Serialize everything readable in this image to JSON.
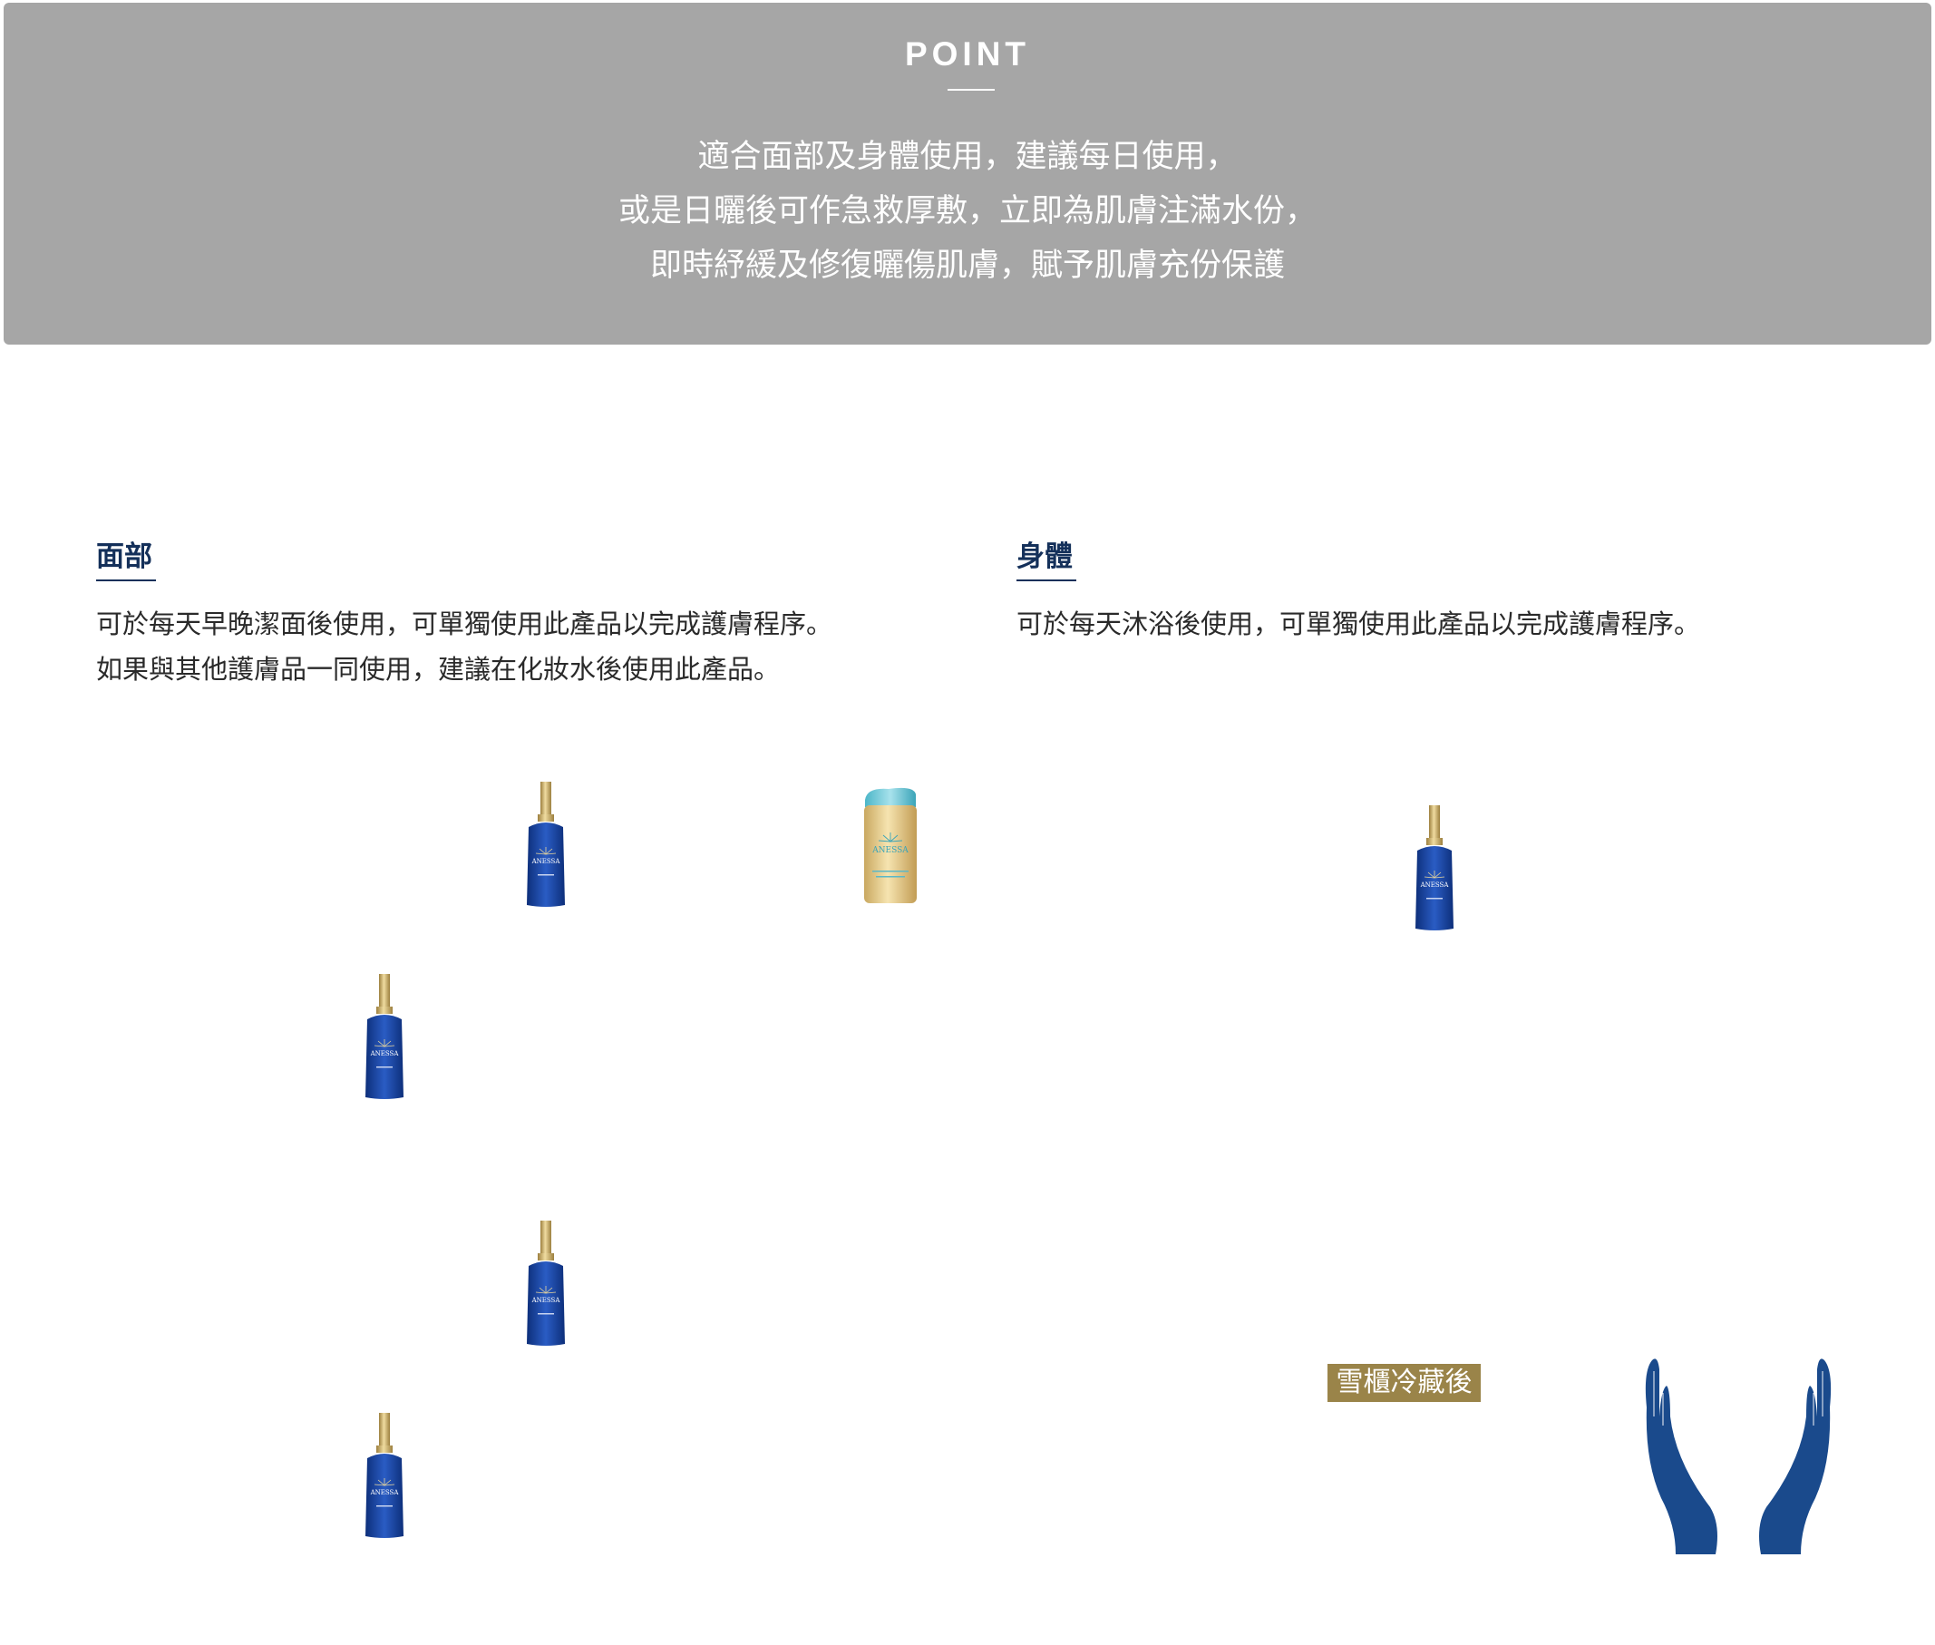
{
  "point": {
    "title": "POINT",
    "lines": [
      "適合面部及身體使用，建議每日使用，",
      "或是日曬後可作急救厚敷，立即為肌膚注滿水份，",
      "即時紓緩及修復曬傷肌膚，賦予肌膚充份保護"
    ]
  },
  "face": {
    "title": "面部",
    "lines": [
      "可於每天早晚潔面後使用，可單獨使用此產品以完成護膚程序。",
      "如果與其他護膚品一同使用，建議在化妝水後使用此產品。"
    ]
  },
  "body": {
    "title": "身體",
    "lines": [
      "可於每天沐浴後使用，可單獨使用此產品以完成護膚程序。"
    ]
  },
  "product_label": {
    "brand": "ANESSA"
  },
  "cooling_badge": "雪櫃冷藏後",
  "icons": {
    "bottle": "serum-bottle-icon",
    "tube": "sunscreen-bottle-icon",
    "hands": "hands-icon"
  },
  "colors": {
    "banner": "#a6a6a6",
    "heading": "#14305a",
    "bottle_blue": "#1a47a8",
    "cap_gold": "#c9ad6a",
    "badge_gold": "#9a8449",
    "hands_blue": "#1a4a8c"
  }
}
